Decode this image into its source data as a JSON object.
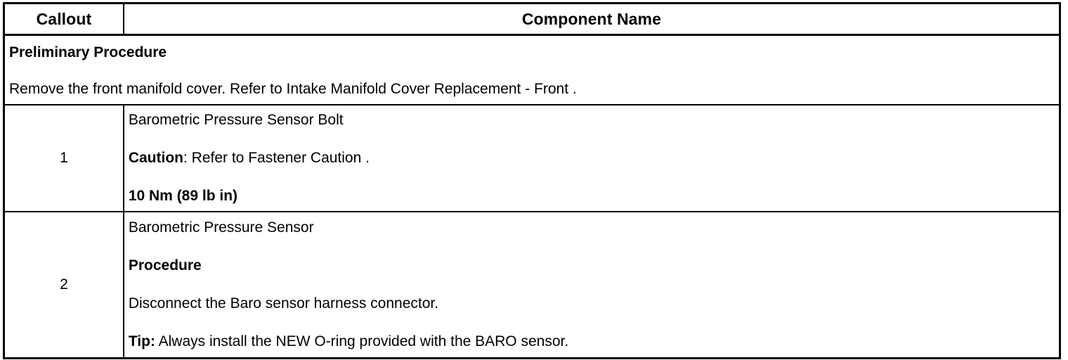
{
  "table": {
    "columns": [
      {
        "key": "callout",
        "label": "Callout"
      },
      {
        "key": "component_name",
        "label": "Component Name"
      }
    ],
    "preliminary": {
      "title": "Preliminary Procedure",
      "text": "Remove the front manifold cover. Refer to Intake Manifold Cover Replacement - Front ."
    },
    "rows": [
      {
        "callout": "1",
        "name": "Barometric Pressure Sensor Bolt",
        "caution_label": "Caution",
        "caution_separator": ": ",
        "caution_text": "Refer to Fastener Caution .",
        "torque": "10 Nm (89 lb in)"
      },
      {
        "callout": "2",
        "name": "Barometric Pressure Sensor",
        "procedure_heading": "Procedure",
        "procedure_step": "Disconnect the Baro sensor harness connector.",
        "tip_label": "Tip:",
        "tip_separator": " ",
        "tip_text": "Always install the NEW O-ring provided with the BARO sensor."
      }
    ]
  },
  "colors": {
    "border": "#000000",
    "text": "#000000",
    "background": "#ffffff"
  }
}
